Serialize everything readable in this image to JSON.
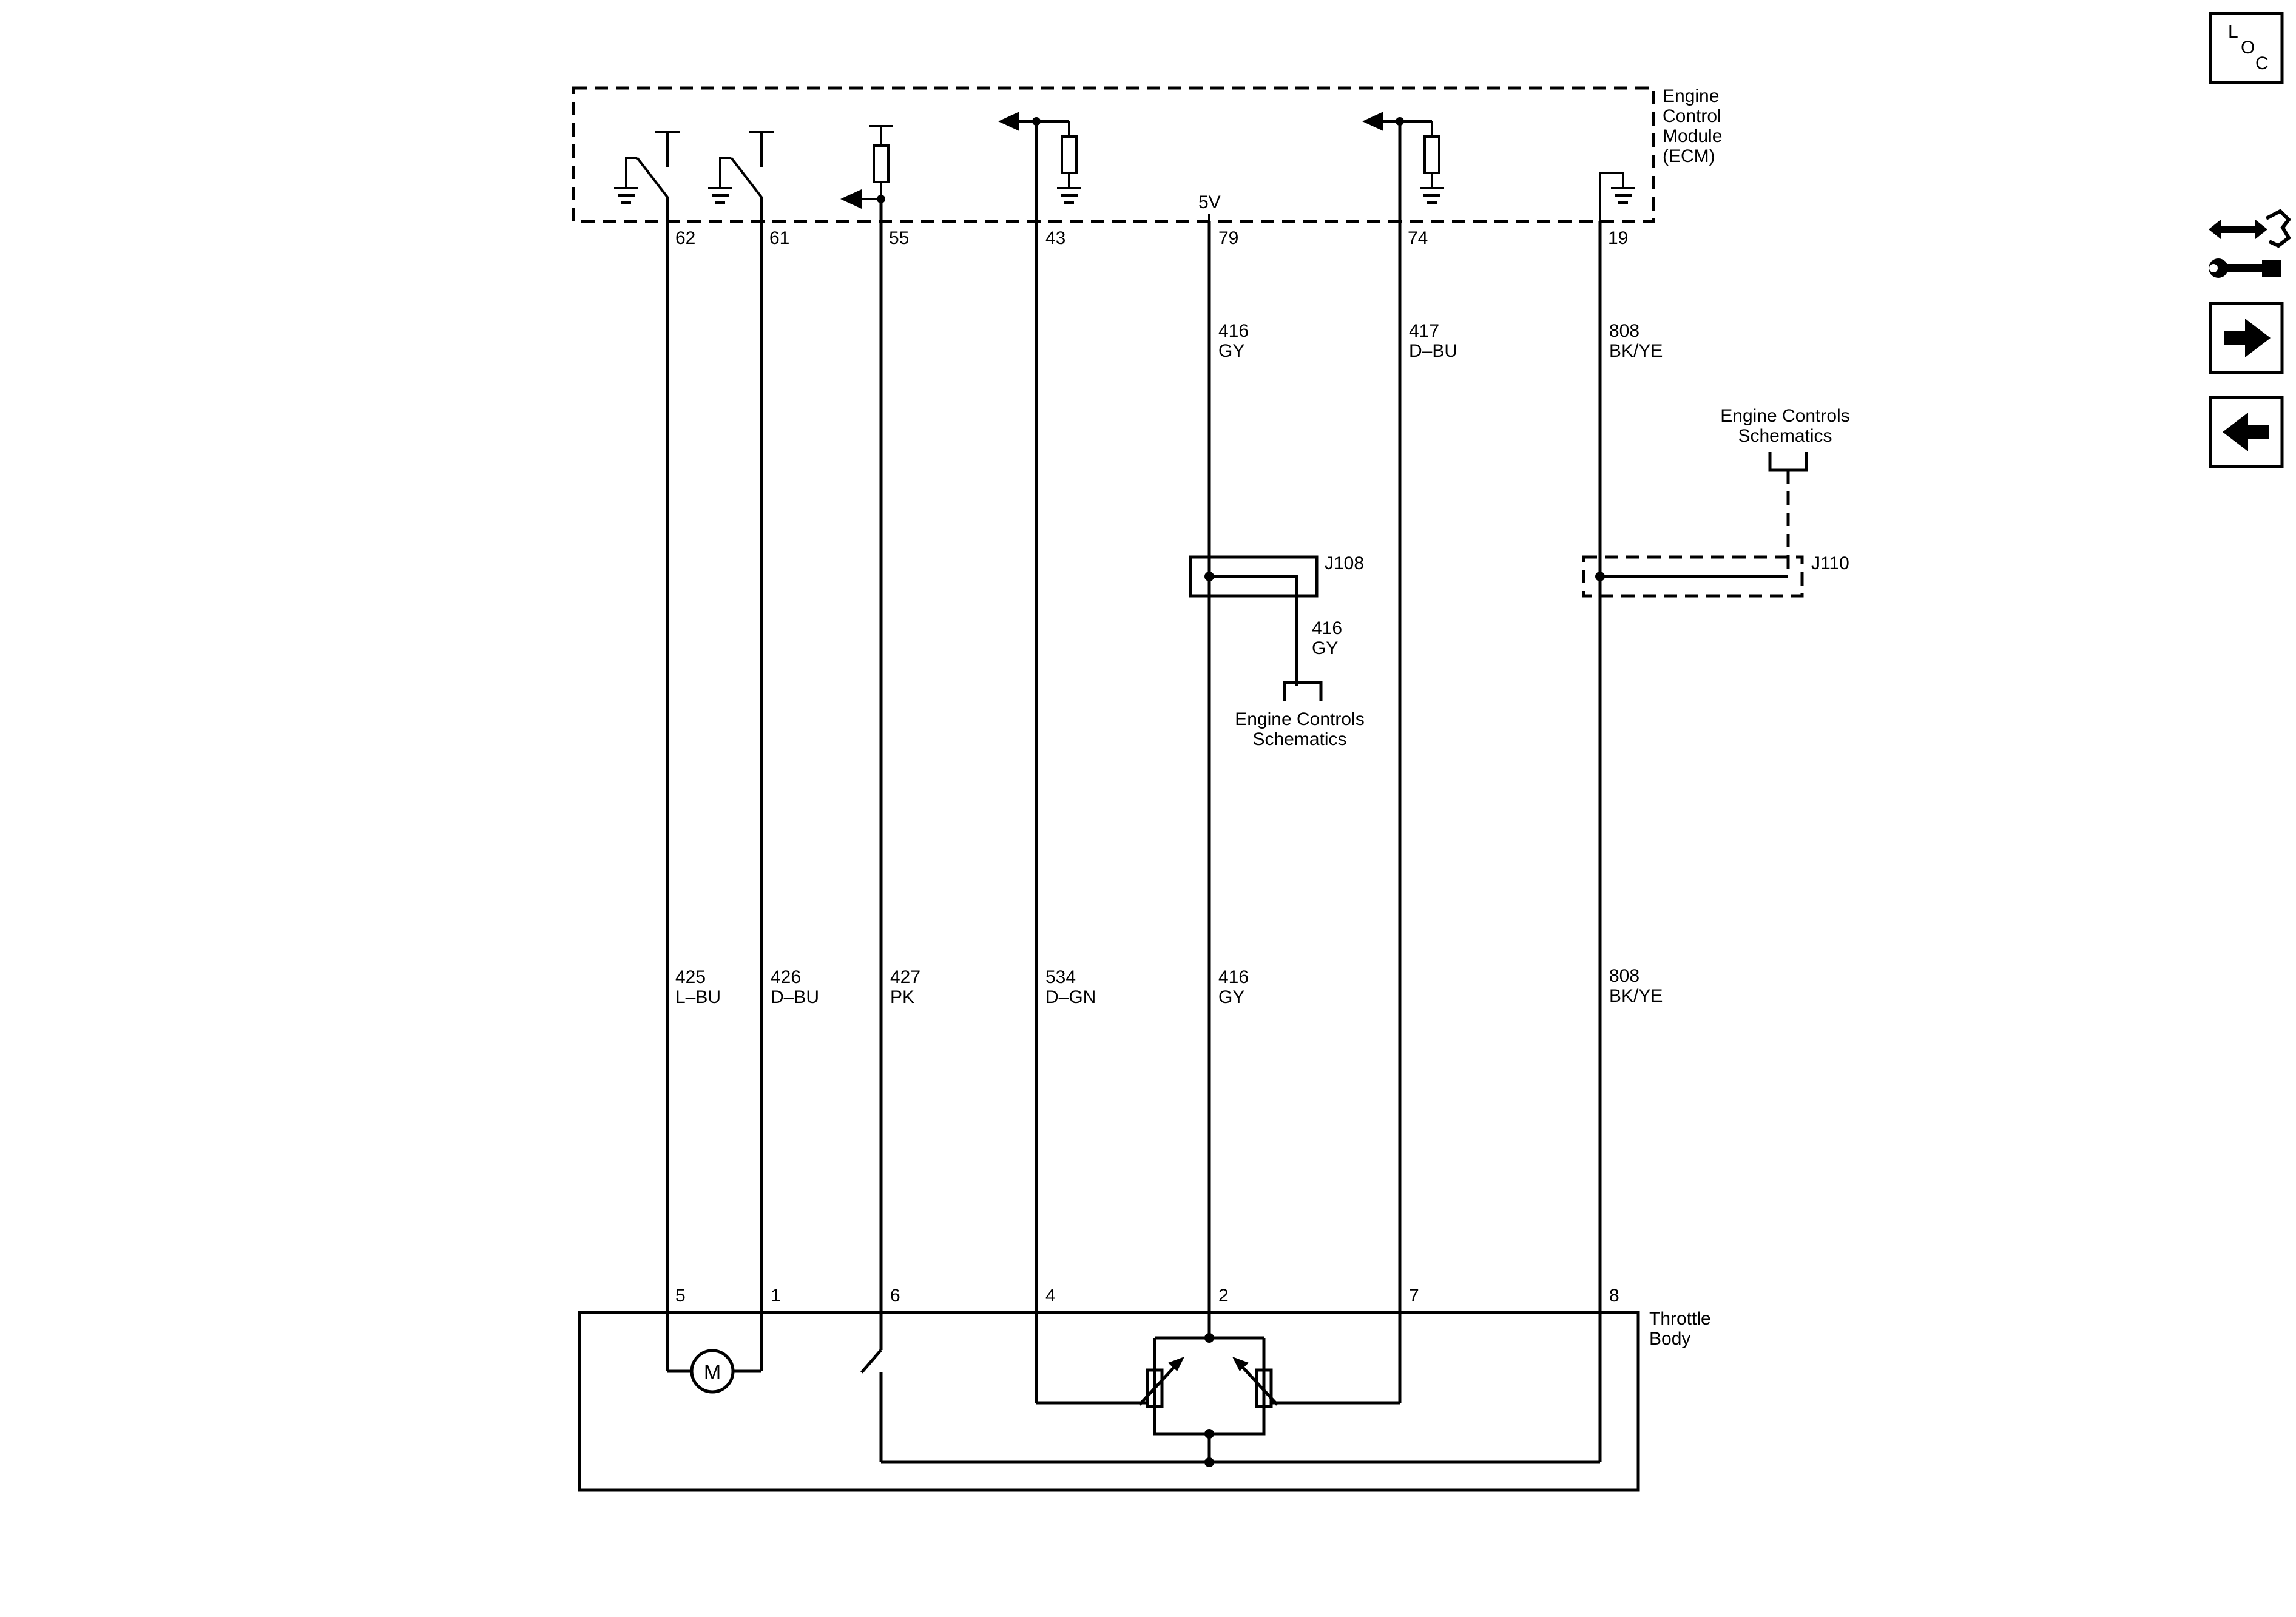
{
  "ecm": {
    "label_lines": [
      "Engine",
      "Control",
      "Module",
      "(ECM)"
    ],
    "voltage_label": "5V",
    "pins": [
      "62",
      "61",
      "55",
      "43",
      "79",
      "74",
      "19"
    ]
  },
  "throttle_body": {
    "label_lines": [
      "Throttle",
      "Body"
    ],
    "pins": [
      "5",
      "1",
      "6",
      "4",
      "2",
      "7",
      "8"
    ],
    "motor_symbol": "M"
  },
  "wires": {
    "w62": {
      "circuit": "425",
      "color": "L–BU"
    },
    "w61": {
      "circuit": "426",
      "color": "D–BU"
    },
    "w55": {
      "circuit": "427",
      "color": "PK"
    },
    "w43": {
      "circuit": "534",
      "color": "D–GN"
    },
    "w79_upper": {
      "circuit": "416",
      "color": "GY"
    },
    "w79_lower": {
      "circuit": "416",
      "color": "GY"
    },
    "w74": {
      "circuit": "417",
      "color": "D–BU"
    },
    "w19_upper": {
      "circuit": "808",
      "color": "BK/YE"
    },
    "w19_lower": {
      "circuit": "808",
      "color": "BK/YE"
    }
  },
  "splices": {
    "j108": {
      "label": "J108",
      "branch_circuit": "416",
      "branch_color": "GY",
      "ref_lines": [
        "Engine Controls",
        "Schematics"
      ]
    },
    "j110": {
      "label": "J110",
      "ref_lines": [
        "Engine Controls",
        "Schematics"
      ]
    }
  },
  "nav": {
    "loc_letters": [
      "L",
      "O",
      "C"
    ],
    "icons": [
      "locator-icon",
      "connector-wrench-icon",
      "next-arrow-icon",
      "previous-arrow-icon"
    ]
  },
  "colors": {
    "line": "#000000",
    "background": "#ffffff"
  }
}
